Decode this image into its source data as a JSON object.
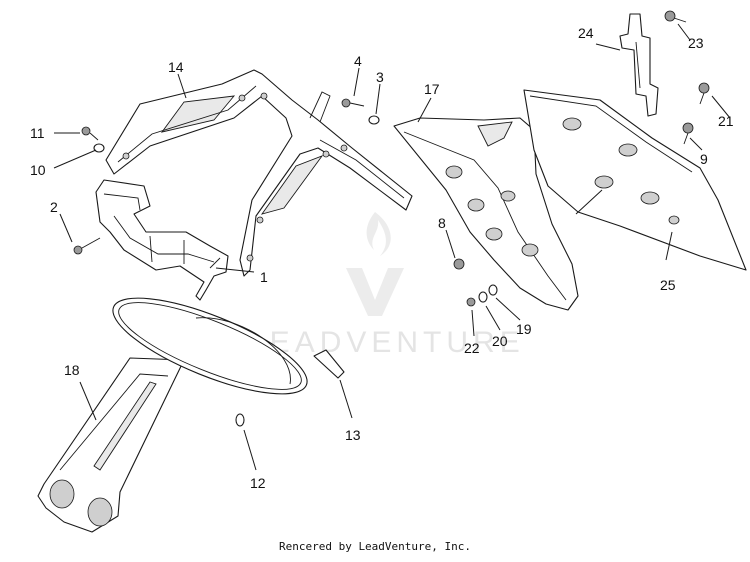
{
  "watermark": {
    "text": "LEADVENTURE"
  },
  "credit": "Rencered by LeadVenture, Inc.",
  "callouts": {
    "c1": "1",
    "c2": "2",
    "c3": "3",
    "c4": "4",
    "c8": "8",
    "c9": "9",
    "c10": "10",
    "c11": "11",
    "c12": "12",
    "c13": "13",
    "c14": "14",
    "c17": "17",
    "c18": "18",
    "c19": "19",
    "c20": "20",
    "c21": "21",
    "c22": "22",
    "c23": "23",
    "c24": "24",
    "c25": "25"
  },
  "colors": {
    "line": "#1a1a1a",
    "watermark": "#e4e4e4",
    "background": "#ffffff"
  }
}
